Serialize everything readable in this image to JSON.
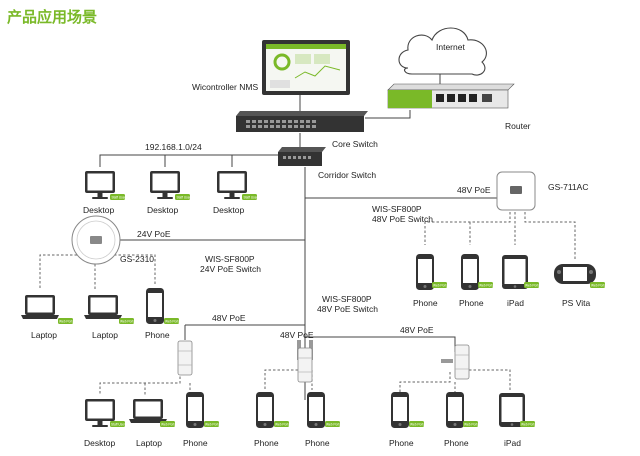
{
  "title": "产品应用场景",
  "colors": {
    "accent": "#7ab928",
    "device": "#333333",
    "screen": "#ffffff",
    "wire": "#444444"
  },
  "labels": {
    "internet": "Internet",
    "router": "Router",
    "nms": "Wicontroller NMS",
    "core_switch": "Core Switch",
    "subnet": "192.168.1.0/24",
    "corridor_switch": "Corridor Switch",
    "poe48_top": "48V PoE",
    "gs711ac": "GS-711AC",
    "wis_a_l1": "WIS-SF800P",
    "wis_a_l2": "48V PoE Switch",
    "poe24": "24V PoE",
    "gs2310": "GS-2310",
    "wis_b_l1": "WIS-SF800P",
    "wis_b_l2": "24V PoE Switch",
    "wis_c_l1": "WIS-SF800P",
    "wis_c_l2": "48V PoE Switch",
    "poe48_left": "48V PoE",
    "poe48_right": "48V PoE"
  },
  "tags": {
    "staff": "Staff User",
    "portal": "Web Portal User"
  },
  "devices": {
    "top_desktops": [
      "Desktop",
      "Desktop",
      "Desktop"
    ],
    "right_group": [
      "Phone",
      "Phone",
      "iPad",
      "PS Vita"
    ],
    "mid_left_group": [
      "Laptop",
      "Laptop",
      "Phone"
    ],
    "bottom_left_group": [
      "Desktop",
      "Laptop",
      "Phone"
    ],
    "bottom_mid_group": [
      "Phone",
      "Phone"
    ],
    "bottom_right_group": [
      "Phone",
      "Phone",
      "iPad"
    ]
  }
}
